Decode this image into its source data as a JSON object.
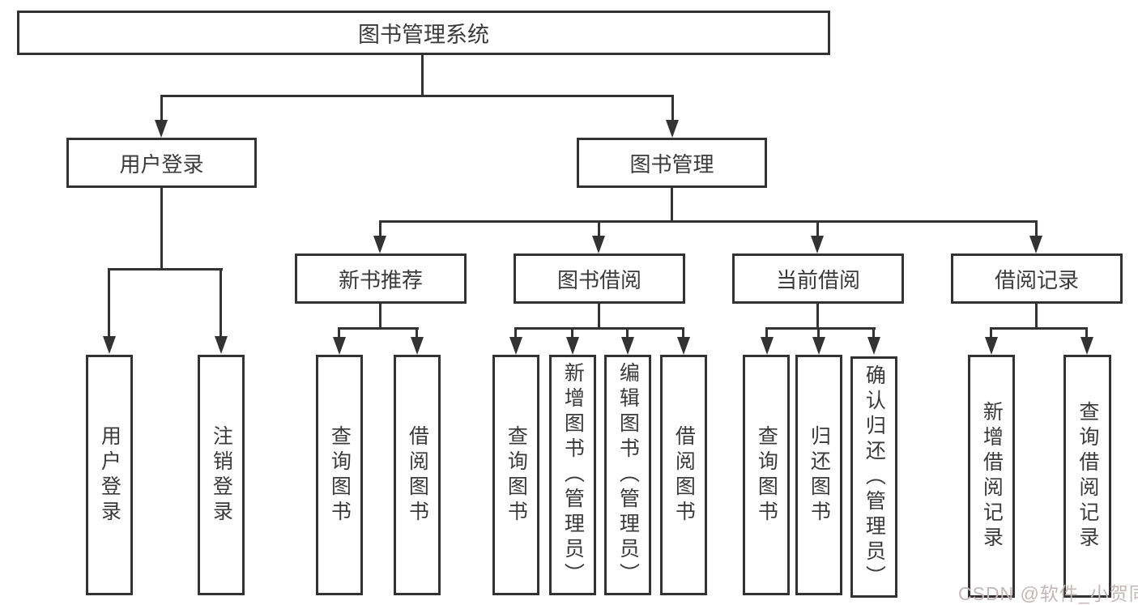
{
  "diagram": {
    "root": {
      "label": "图书管理系统"
    },
    "level2": [
      {
        "label": "用户登录"
      },
      {
        "label": "图书管理"
      }
    ],
    "level3": [
      {
        "label": "新书推荐"
      },
      {
        "label": "图书借阅"
      },
      {
        "label": "当前借阅"
      },
      {
        "label": "借阅记录"
      }
    ],
    "level4": [
      {
        "parent": "用户登录",
        "label": "用户登录"
      },
      {
        "parent": "用户登录",
        "label": "注销登录"
      },
      {
        "parent": "新书推荐",
        "label": "查询图书"
      },
      {
        "parent": "新书推荐",
        "label": "借阅图书"
      },
      {
        "parent": "图书借阅",
        "label": "查询图书"
      },
      {
        "parent": "图书借阅",
        "label": "新增图书（管理员）"
      },
      {
        "parent": "图书借阅",
        "label": "编辑图书（管理员）"
      },
      {
        "parent": "图书借阅",
        "label": "借阅图书"
      },
      {
        "parent": "当前借阅",
        "label": "查询图书"
      },
      {
        "parent": "当前借阅",
        "label": "归还图书"
      },
      {
        "parent": "当前借阅",
        "label": "确认归还（管理员）"
      },
      {
        "parent": "借阅记录",
        "label": "新增借阅记录"
      },
      {
        "parent": "借阅记录",
        "label": "查询借阅记录"
      }
    ],
    "watermark": "CSDN @软件_小贺同学",
    "colors": {
      "line": "#333333",
      "text": "#3a3a3a",
      "background": "#ffffff",
      "watermark": "#c3b7b7"
    }
  }
}
